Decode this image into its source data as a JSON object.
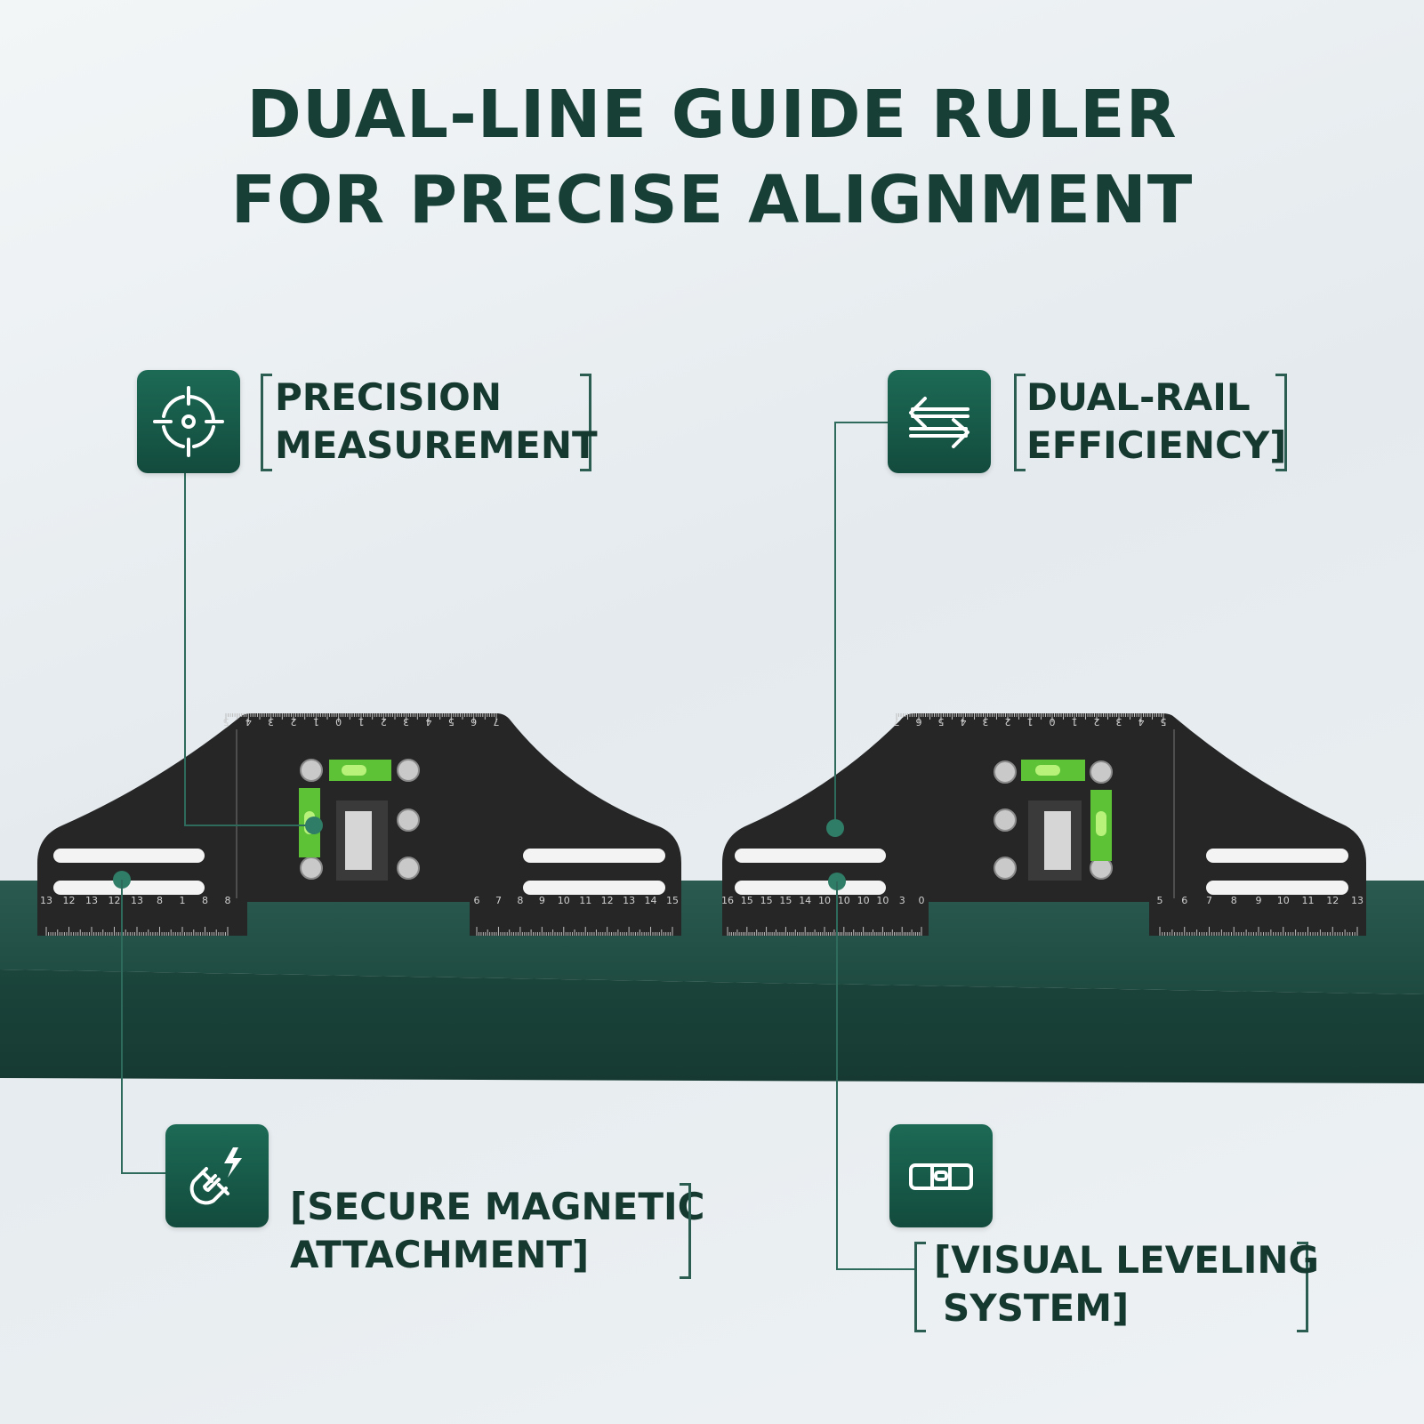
{
  "heading": {
    "line1": "DUAL-LINE GUIDE RULER",
    "line2": "FOR PRECISE ALIGNMENT"
  },
  "features": {
    "precision": {
      "line1": "PRECISION",
      "line2": "MEASUREMENT",
      "icon": "crosshair-icon"
    },
    "dual_rail": {
      "line1": "DUAL-RAIL",
      "line2": "EFFICIENCY]",
      "icon": "swap-arrows-icon"
    },
    "magnetic": {
      "line1": "[SECURE MAGNETIC",
      "line2": "ATTACHMENT]",
      "icon": "magnet-icon"
    },
    "leveling": {
      "line1": "[VISUAL LEVELING",
      "line2": "SYSTEM]",
      "icon": "spirit-level-icon"
    }
  },
  "colors": {
    "brand_green": "#1c6a55",
    "text_dark_green": "#173f36",
    "shelf": "#1f4a42",
    "ruler": "#262626",
    "bubble": "#7fdc2a"
  },
  "rulers": {
    "left_top_scale": [
      "5",
      "4",
      "3",
      "2",
      "1",
      "0",
      "1",
      "2",
      "3",
      "4",
      "5",
      "6",
      "7"
    ],
    "left_bottom_left_scale": [
      "13",
      "12",
      "13",
      "12",
      "13",
      "8",
      "1",
      "8",
      "8"
    ],
    "left_bottom_right_scale": [
      "6",
      "7",
      "8",
      "9",
      "10",
      "11",
      "12",
      "13",
      "14",
      "15"
    ],
    "right_top_scale": [
      "7",
      "6",
      "5",
      "4",
      "3",
      "2",
      "1",
      "0",
      "1",
      "2",
      "3",
      "4",
      "5"
    ],
    "right_bottom_left_scale": [
      "16",
      "15",
      "15",
      "15",
      "14",
      "10",
      "10",
      "10",
      "10",
      "3",
      "0"
    ],
    "right_bottom_right_scale": [
      "5",
      "6",
      "7",
      "8",
      "9",
      "10",
      "11",
      "12",
      "13"
    ]
  }
}
